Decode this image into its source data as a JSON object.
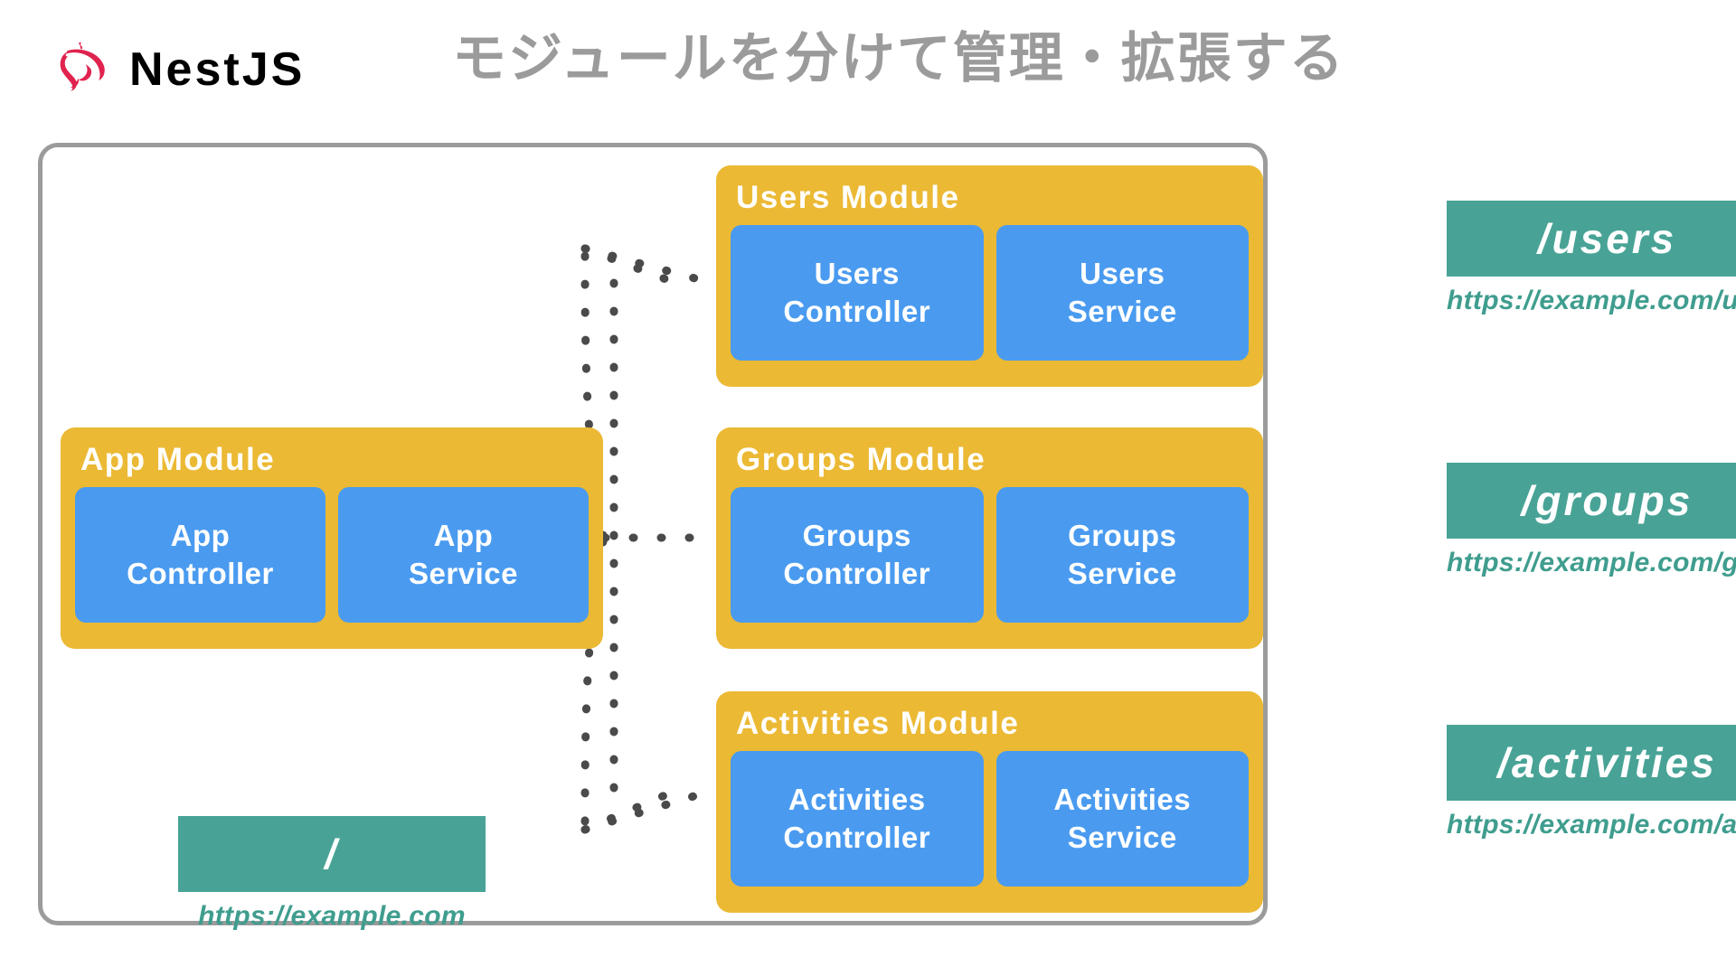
{
  "header": {
    "brand": "NestJS",
    "logo_icon": "nestjs-cat-logo-icon",
    "title": "モジュールを分けて管理・拡張する",
    "title_color": "#9b9b9b"
  },
  "colors": {
    "module_bg": "#ebb934",
    "part_bg": "#4a9bf0",
    "endpoint_bg": "#48a396",
    "endpoint_url_text": "#3f9d8e",
    "frame_border": "#9b9b9b",
    "connector_dot": "#4a4a4a",
    "logo_red": "#e0234e"
  },
  "diagram": {
    "modules": [
      {
        "id": "app",
        "title": "App Module",
        "parts": [
          {
            "id": "app-controller",
            "label": "App\nController"
          },
          {
            "id": "app-service",
            "label": "App\nService"
          }
        ]
      },
      {
        "id": "users",
        "title": "Users Module",
        "parts": [
          {
            "id": "users-controller",
            "label": "Users\nController"
          },
          {
            "id": "users-service",
            "label": "Users\nService"
          }
        ]
      },
      {
        "id": "groups",
        "title": "Groups Module",
        "parts": [
          {
            "id": "groups-controller",
            "label": "Groups\nController"
          },
          {
            "id": "groups-service",
            "label": "Groups\nService"
          }
        ]
      },
      {
        "id": "activities",
        "title": "Activities Module",
        "parts": [
          {
            "id": "activities-controller",
            "label": "Activities\nController"
          },
          {
            "id": "activities-service",
            "label": "Activities\nService"
          }
        ]
      }
    ],
    "endpoints": [
      {
        "id": "root",
        "route": "/",
        "url": "https://example.com"
      },
      {
        "id": "users",
        "route": "/users",
        "url": "https://example.com/users"
      },
      {
        "id": "groups",
        "route": "/groups",
        "url": "https://example.com/groups"
      },
      {
        "id": "activities",
        "route": "/activities",
        "url": "https://example.com/activities"
      }
    ]
  }
}
